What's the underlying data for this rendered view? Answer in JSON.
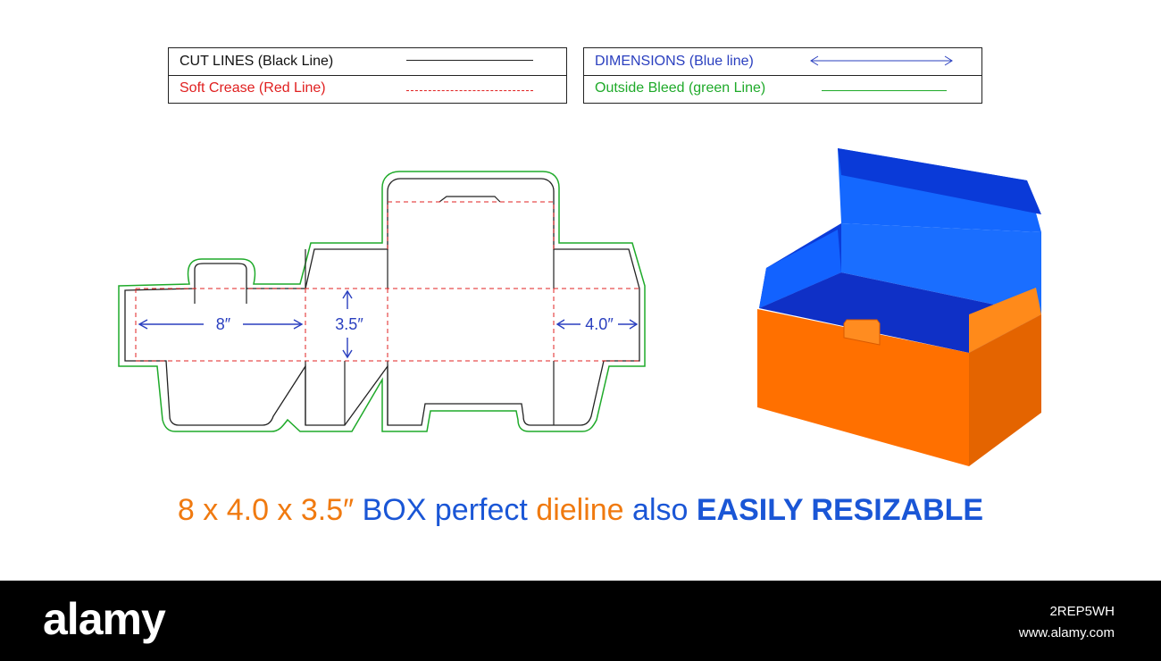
{
  "legend": {
    "cut_lines": "CUT LINES (Black Line)",
    "soft_crease": "Soft Crease (Red Line)",
    "dimensions": "DIMENSIONS (Blue line)",
    "outside_bleed": "Outside Bleed (green Line)"
  },
  "dimensions": {
    "length": "8″",
    "height": "3.5″",
    "width": "4.0″"
  },
  "headline": {
    "part1": "8 x 4.0 x 3.5″",
    "part2": "BOX perfect",
    "part3": "dieline",
    "part4": "also",
    "part5": "EASILY RESIZABLE"
  },
  "colors": {
    "cut": "#222222",
    "crease": "#e02020",
    "dimension": "#2a3fbf",
    "bleed": "#1faa2a",
    "box_orange": "#ff7000",
    "box_orange_dark": "#e06000",
    "box_blue": "#1060ff",
    "box_blue_dark": "#0a2fd6",
    "headline_orange": "#f07a10",
    "headline_blue": "#1a56d6"
  },
  "footer": {
    "logo": "alamy",
    "image_id": "2REP5WH",
    "site": "www.alamy.com"
  }
}
